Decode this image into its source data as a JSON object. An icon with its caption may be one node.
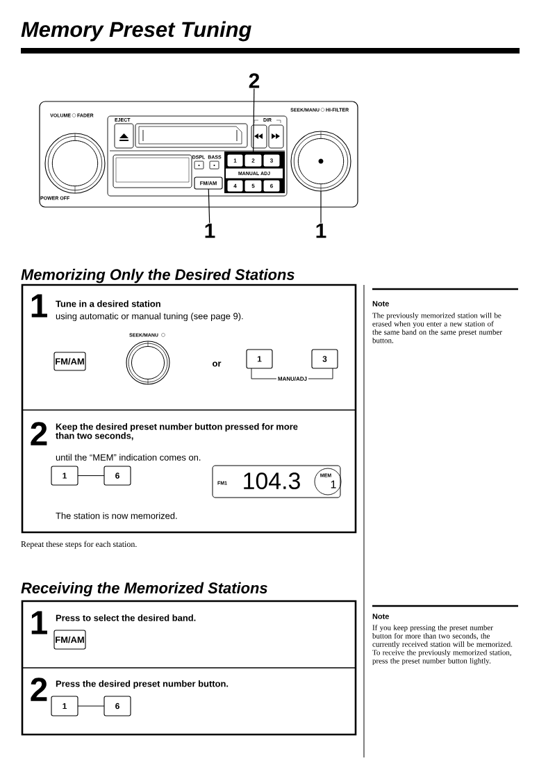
{
  "diagram": {
    "title": "Memory Preset Tuning",
    "nodes": [
      {
        "text": [
          "2"
        ]
      },
      {
        "text": [],
        "shape": "circle"
      },
      {
        "text": [
          "1"
        ]
      },
      {
        "text": [
          "2"
        ]
      },
      {
        "text": [
          "3"
        ]
      },
      {
        "text": [
          "FM/AM"
        ]
      },
      {
        "text": [
          "4"
        ]
      },
      {
        "text": [
          "5"
        ]
      },
      {
        "text": [
          "6"
        ]
      },
      {
        "text": [],
        "shape": "circle"
      },
      {
        "text": [
          "1"
        ]
      },
      {
        "text": [
          "1"
        ]
      },
      {
        "text": [
          "1",
          "Tune in a desired station",
          "using automatic or manual tuning (see page 9)."
        ]
      },
      {
        "text": [
          "FM/AM"
        ],
        "in": 12
      },
      {
        "text": [],
        "shape": "circle",
        "in": 12,
        "beside": [
          "SEEK/MANU"
        ]
      },
      {
        "text": [
          "1"
        ],
        "in": 12
      },
      {
        "text": [
          "3"
        ],
        "in": 12
      },
      {
        "text": [
          "2",
          "Keep the desired preset number button pressed for more than two seconds,",
          "until the “MEM” indication comes on.",
          "The station is now memorized."
        ]
      },
      {
        "text": [
          "1"
        ],
        "in": 17
      },
      {
        "text": [
          "6"
        ],
        "in": 17
      },
      {
        "text": [
          "FM1",
          "104.3"
        ],
        "in": 17
      },
      {
        "text": [
          "MEM",
          "1"
        ],
        "in": 20
      },
      {
        "text": [
          "1",
          "Press to select the desired band."
        ]
      },
      {
        "text": [
          "FM/AM"
        ],
        "in": 22
      },
      {
        "text": [
          "2",
          "Press the desired preset number button."
        ]
      },
      {
        "text": [
          "1"
        ],
        "in": 24
      },
      {
        "text": [
          "6"
        ],
        "in": 24
      }
    ],
    "edges": [
      {
        "from": 0,
        "to": 3,
        "arrow": "none"
      },
      {
        "from": 10,
        "to": 5,
        "arrow": "none"
      },
      {
        "from": 11,
        "to": 9,
        "arrow": "none"
      },
      {
        "from": 18,
        "to": 19,
        "arrow": "none"
      },
      {
        "from": 25,
        "to": 26,
        "arrow": "none"
      }
    ],
    "labels": [
      "VOLUME",
      "FADER",
      "SEEK/MANU",
      "HI-FILTER",
      "EJECT",
      "DIR",
      "DSPL",
      "BASS",
      "MANUAL ADJ",
      "POWER OFF",
      "Memorizing Only the Desired Stations",
      "or",
      "MANU/ADJ",
      "Note",
      "The previously memorized station will be erased when you enter a new station of the same band on the same preset number button.",
      "Repeat these steps for each station.",
      "Receiving the Memorized Stations",
      "Note",
      "If you keep pressing the preset number button for more than two seconds, the currently received station will be memorized. To receive the previously memorized station, press the preset number button lightly."
    ]
  }
}
